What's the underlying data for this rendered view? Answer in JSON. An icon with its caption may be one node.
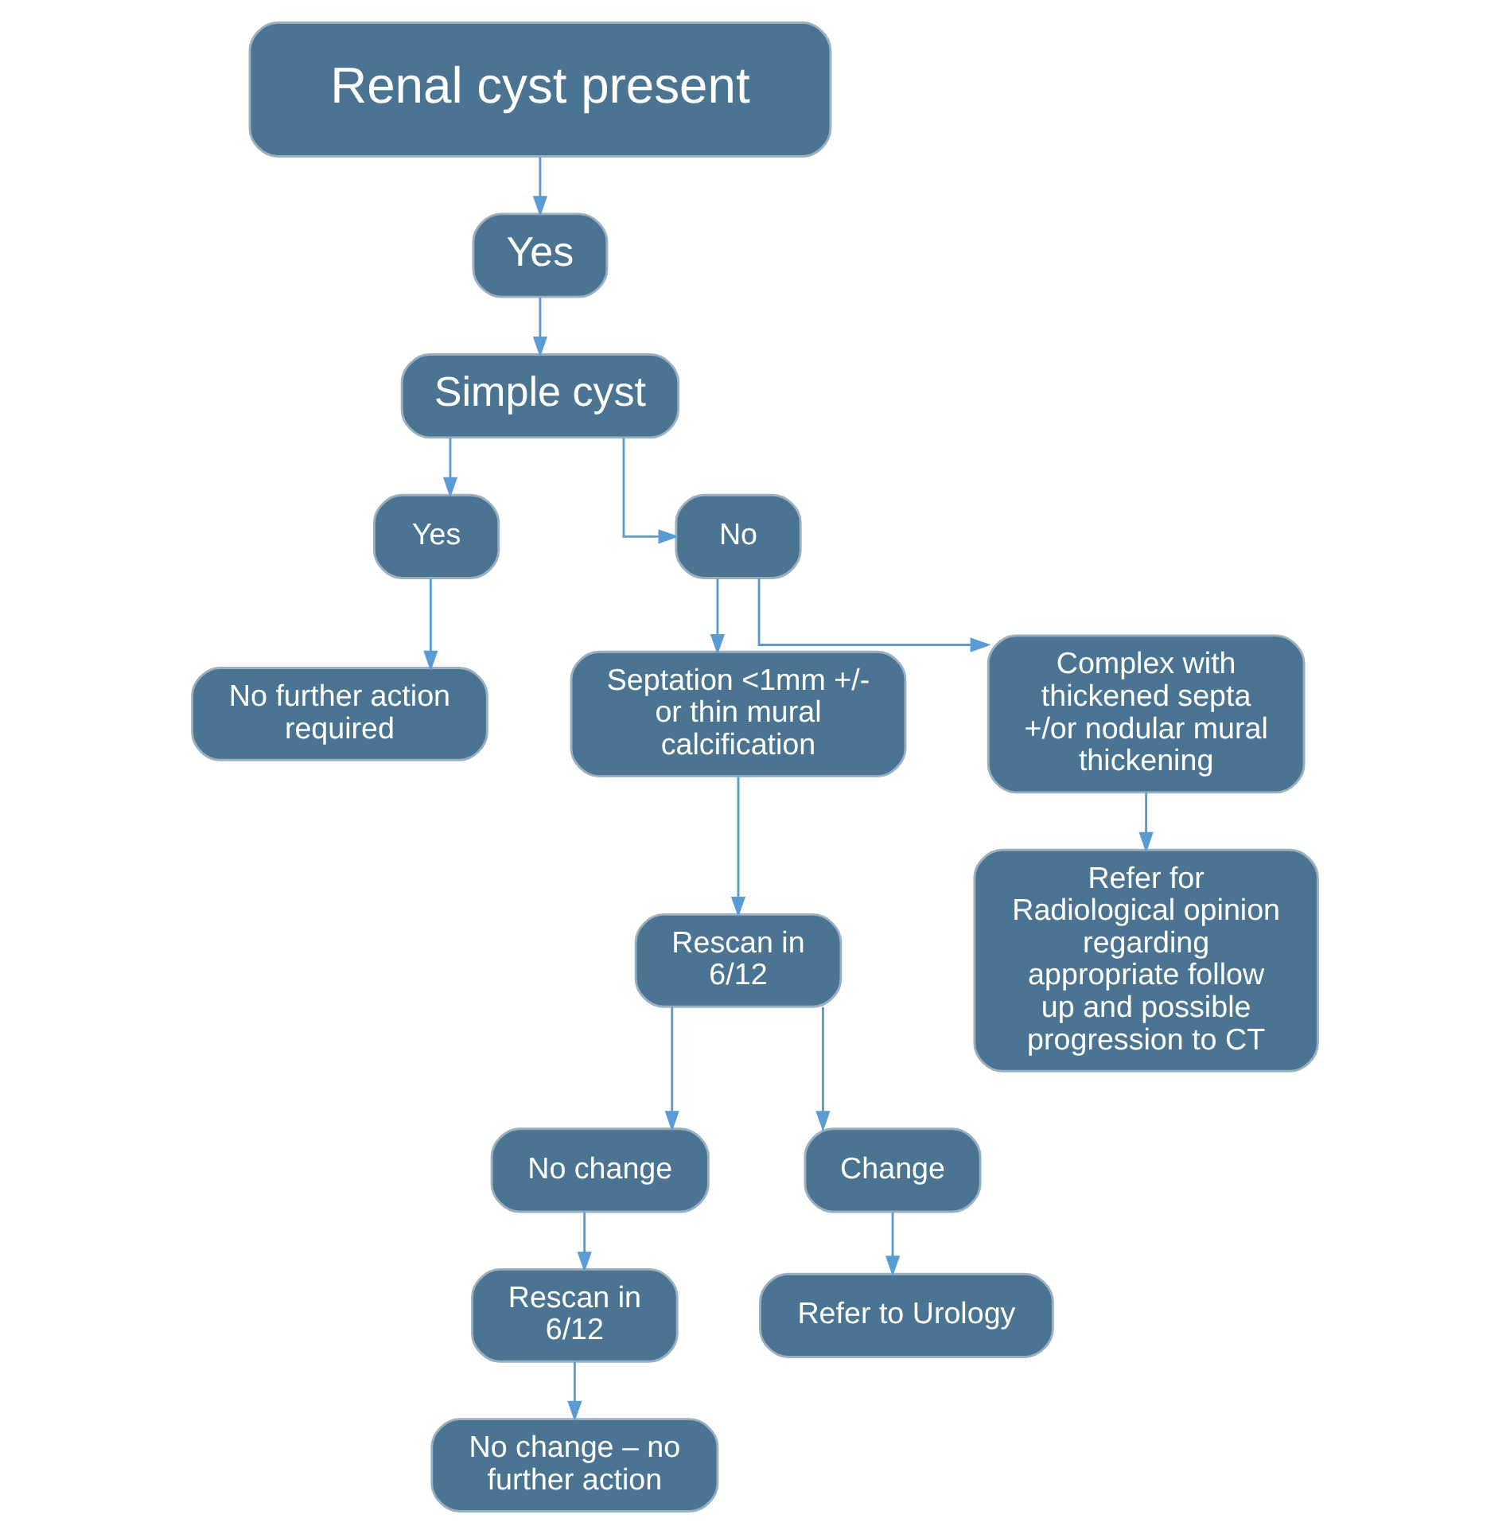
{
  "diagram": {
    "nodes": [
      {
        "text": [
          "Renal cyst present"
        ]
      },
      {
        "text": [
          "Yes"
        ]
      },
      {
        "text": [
          "Simple cyst"
        ]
      },
      {
        "text": [
          "Yes"
        ]
      },
      {
        "text": [
          "No"
        ]
      },
      {
        "text": [
          "No further action required"
        ]
      },
      {
        "text": [
          "Septation <1mm +/- or thin mural calcification"
        ]
      },
      {
        "text": [
          "Complex with thickened septa +/or nodular mural thickening"
        ]
      },
      {
        "text": [
          "Rescan in 6/12"
        ]
      },
      {
        "text": [
          "No change"
        ]
      },
      {
        "text": [
          "Change"
        ]
      },
      {
        "text": [
          "Refer for Radiological opinion regarding appropriate follow up and possible progression to CT"
        ]
      },
      {
        "text": [
          "Rescan in 6/12"
        ]
      },
      {
        "text": [
          "Refer to Urology"
        ]
      },
      {
        "text": [
          "No change – no further action"
        ]
      }
    ],
    "edges": [
      {
        "from": 0,
        "to": 1,
        "arrow": "to"
      },
      {
        "from": 1,
        "to": 2,
        "arrow": "to"
      },
      {
        "from": 2,
        "to": 3,
        "arrow": "to"
      },
      {
        "from": 2,
        "to": 4,
        "arrow": "to"
      },
      {
        "from": 3,
        "to": 5,
        "arrow": "to"
      },
      {
        "from": 4,
        "to": 6,
        "arrow": "to"
      },
      {
        "from": 4,
        "to": 7,
        "arrow": "to"
      },
      {
        "from": 6,
        "to": 8,
        "arrow": "to"
      },
      {
        "from": 8,
        "to": 9,
        "arrow": "to"
      },
      {
        "from": 8,
        "to": 10,
        "arrow": "to"
      },
      {
        "from": 9,
        "to": 12,
        "arrow": "to"
      },
      {
        "from": 10,
        "to": 13,
        "arrow": "to"
      },
      {
        "from": 7,
        "to": 11,
        "arrow": "to"
      },
      {
        "from": 12,
        "to": 14,
        "arrow": "to"
      }
    ]
  }
}
